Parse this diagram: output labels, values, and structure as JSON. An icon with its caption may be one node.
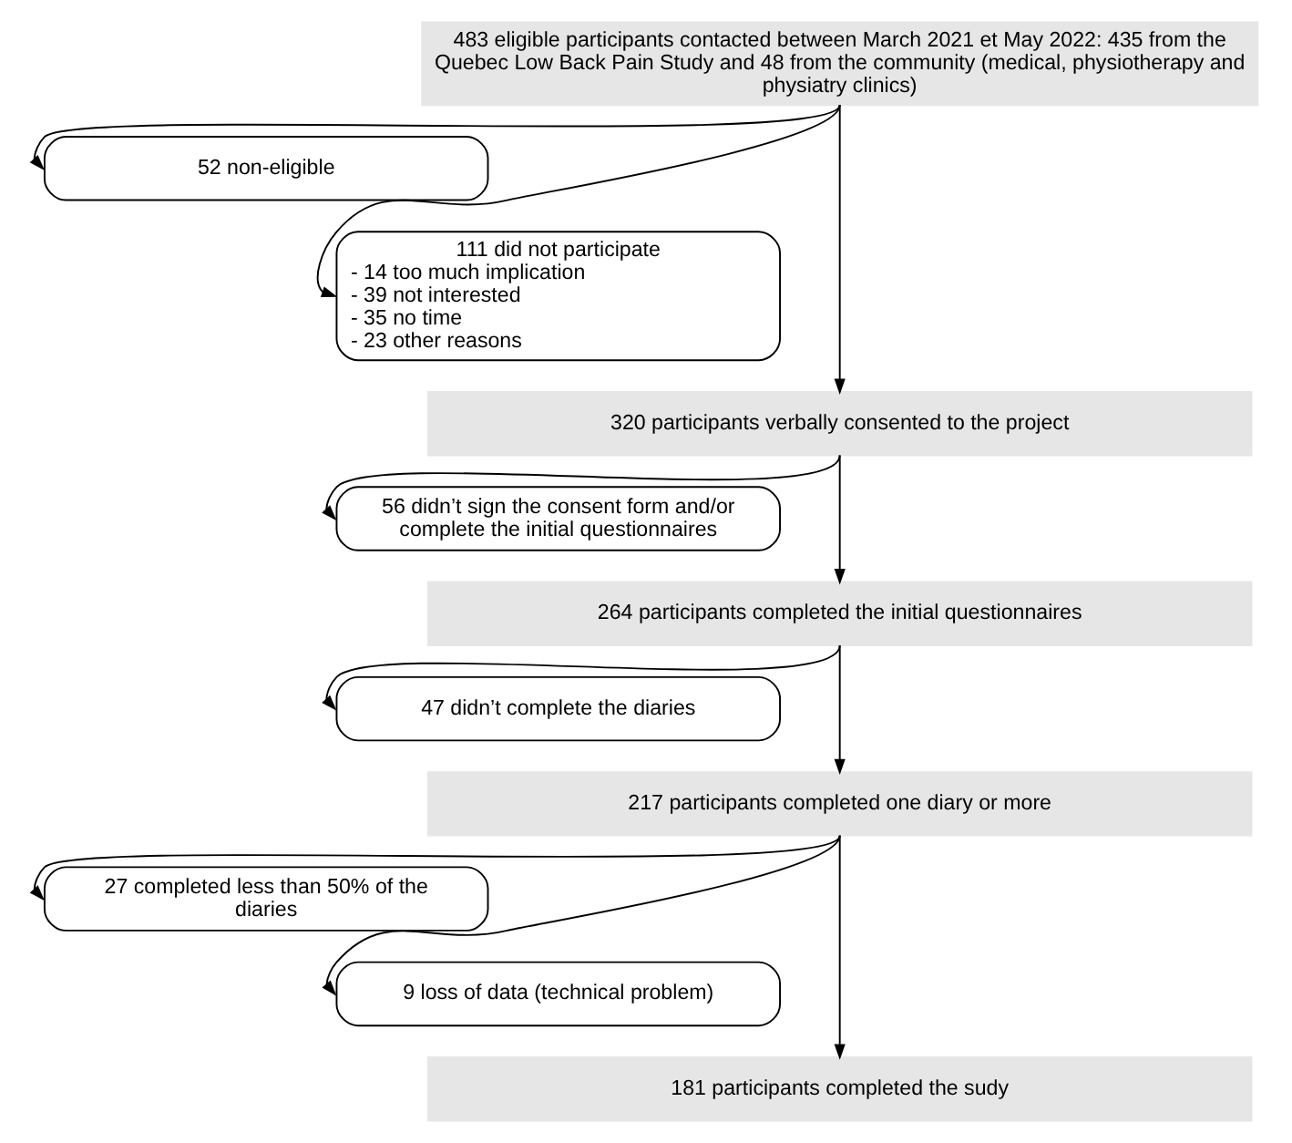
{
  "diagram": {
    "nodes": [
      {
        "text": [
          "483 eligible participants contacted between March 2021 et May 2022: 435 from the Quebec Low Back Pain Study and 48 from the community (medical, physiotherapy and physiatry clinics)"
        ]
      },
      {
        "text": [
          "52 non-eligible"
        ]
      },
      {
        "text": [
          "111 did not participate",
          "- 14 too much implication",
          "- 39 not interested",
          "- 35 no time",
          "- 23 other reasons"
        ]
      },
      {
        "text": [
          "320 participants verbally consented to the project"
        ]
      },
      {
        "text": [
          "56 didn’t sign the consent form and/or complete the initial questionnaires"
        ]
      },
      {
        "text": [
          "264 participants completed the initial questionnaires"
        ]
      },
      {
        "text": [
          "47 didn’t complete the diaries"
        ]
      },
      {
        "text": [
          "217 participants completed one diary or more"
        ]
      },
      {
        "text": [
          "27 completed less than 50% of the diaries"
        ]
      },
      {
        "text": [
          "9 loss of data (technical problem)"
        ]
      },
      {
        "text": [
          "181 participants completed the sudy"
        ]
      }
    ],
    "edges": [
      {
        "from": 0,
        "to": 1,
        "arrow": "to"
      },
      {
        "from": 0,
        "to": 2,
        "arrow": "to"
      },
      {
        "from": 0,
        "to": 3,
        "arrow": "to"
      },
      {
        "from": 3,
        "to": 4,
        "arrow": "to"
      },
      {
        "from": 3,
        "to": 5,
        "arrow": "to"
      },
      {
        "from": 5,
        "to": 6,
        "arrow": "to"
      },
      {
        "from": 5,
        "to": 7,
        "arrow": "to"
      },
      {
        "from": 7,
        "to": 8,
        "arrow": "to"
      },
      {
        "from": 7,
        "to": 9,
        "arrow": "to"
      },
      {
        "from": 7,
        "to": 10,
        "arrow": "to"
      }
    ]
  }
}
